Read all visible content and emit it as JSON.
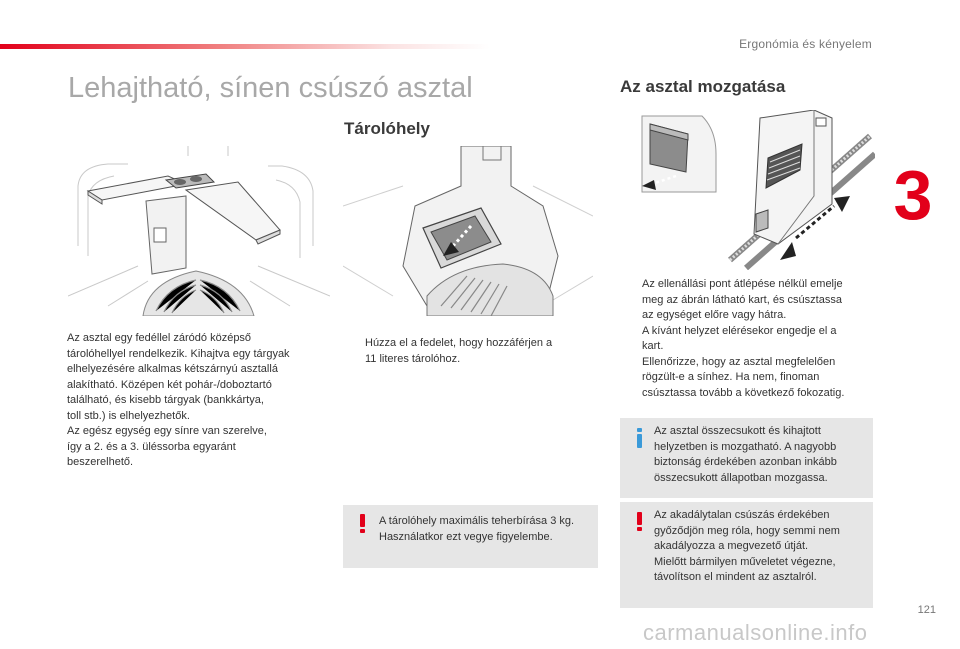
{
  "header": {
    "section_title": "Ergonómia és kényelem",
    "chapter_number": "3",
    "accent_color": "#e2001a"
  },
  "page": {
    "title": "Lehajtható, sínen csúszó asztal",
    "number": "121"
  },
  "left": {
    "paragraph": [
      "Az asztal egy fedéllel záródó középső",
      "tárolóhellyel rendelkezik. Kihajtva egy tárgyak",
      "elhelyezésére alkalmas kétszárnyú asztallá",
      "alakítható. Középen két pohár-/doboztartó",
      "található, és kisebb tárgyak (bankkártya,",
      "toll stb.) is elhelyezhetők.",
      "Az egész egység egy sínre van szerelve,",
      "így a 2. és a 3. üléssorba egyaránt",
      "beszerelhető."
    ]
  },
  "storage": {
    "heading": "Tárolóhely",
    "bullet_symbol": "",
    "bullet_lines": [
      "Húzza el a fedelet, hogy hozzáférjen a",
      "11 literes tárolóhoz."
    ],
    "warning_lines": [
      "A tárolóhely maximális teherbírása 3 kg.",
      "Használatkor ezt vegye figyelembe."
    ]
  },
  "move": {
    "heading": "Az asztal mozgatása",
    "bullets": [
      {
        "symbol": "",
        "lines": [
          "Az ellenállási pont átlépése nélkül emelje",
          "meg az ábrán látható kart, és csúsztassa",
          "az egységet előre vagy hátra."
        ]
      },
      {
        "symbol": "",
        "lines": [
          "A kívánt helyzet elérésekor engedje el a",
          "kart."
        ]
      },
      {
        "symbol": "",
        "lines": [
          "Ellenőrizze, hogy az asztal megfelelően",
          "rögzült-e a sínhez. Ha nem, finoman",
          "csúsztassa tovább a következő fokozatig."
        ]
      }
    ],
    "info_lines": [
      "Az asztal összecsukott és kihajtott",
      "helyzetben is mozgatható. A nagyobb",
      "biztonság érdekében azonban inkább",
      "összecsukott állapotban mozgassa."
    ],
    "warning_lines": [
      "Az akadálytalan csúszás érdekében",
      "győződjön meg róla, hogy semmi nem",
      "akadályozza a megvezető útját.",
      "Mielőtt bármilyen műveletet végezne,",
      "távolítson el mindent az asztalról."
    ]
  },
  "footer": {
    "watermark": "carmanualsonline.info"
  }
}
